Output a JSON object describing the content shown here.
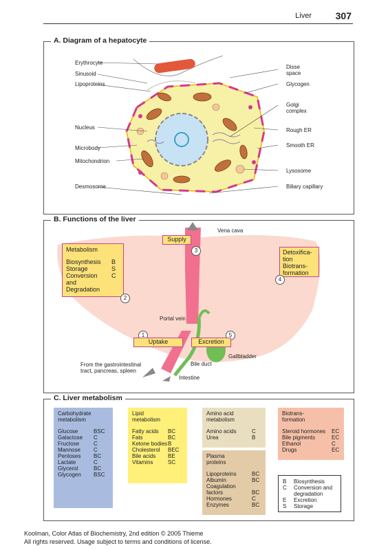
{
  "header": {
    "title": "Liver",
    "page": "307"
  },
  "panelA": {
    "title": "A. Diagram of a hepatocyte",
    "left_labels": [
      "Erythrocyte",
      "Sinusoid",
      "Lipoproteins",
      "Nucleus",
      "Microbody",
      "Mitochondrion",
      "Desmosome"
    ],
    "right_labels": [
      "Disse space",
      "Glycogen",
      "Golgi complex",
      "Rough ER",
      "Smooth ER",
      "Lysosome",
      "Biliary capillary"
    ]
  },
  "panelB": {
    "title": "B. Functions of the liver",
    "vena_cava": "Vena cava",
    "supply": "Supply",
    "supply_num": "3",
    "metabolism": {
      "title": "Metabolism",
      "rows": [
        [
          "Biosynthesis",
          "B"
        ],
        [
          "Storage",
          "S"
        ],
        [
          "Conversion",
          "C"
        ]
      ],
      "extra": [
        "and",
        "Degradation"
      ],
      "num": "2"
    },
    "detox": {
      "lines": [
        "Detoxifica-",
        "tion",
        "Biotrans-",
        "formation"
      ],
      "num": "4"
    },
    "portal_vein": "Portal vein",
    "uptake": "Uptake",
    "uptake_num": "1",
    "excretion": "Excretion",
    "excretion_num": "5",
    "gallbladder": "Gallbladder",
    "bile_duct": "Bile duct",
    "intestine": "Intestine",
    "source": [
      "From the gastrointestinal",
      "tract, pancreas, spleen"
    ]
  },
  "panelC": {
    "title": "C. Liver metabolism",
    "carb": {
      "title": [
        "Carbohydrate",
        "metabolism"
      ],
      "rows": [
        [
          "Glucose",
          "BSC"
        ],
        [
          "Galactose",
          "C"
        ],
        [
          "Fructose",
          "C"
        ],
        [
          "Mannose",
          "C"
        ],
        [
          "Pentoses",
          "BC"
        ],
        [
          "Lactate",
          "C"
        ],
        [
          "Glycerol",
          "BC"
        ],
        [
          "Glycogen",
          "BSC"
        ]
      ]
    },
    "lipid": {
      "title": [
        "Lipid",
        "metabolism"
      ],
      "rows": [
        [
          "Fatty acids",
          "BC"
        ],
        [
          "Fats",
          "BC"
        ],
        [
          "Ketone bodies",
          "B"
        ],
        [
          "Cholesterol",
          "BEC"
        ],
        [
          "Bile acids",
          "BE"
        ],
        [
          "Vitamins",
          "SC"
        ]
      ]
    },
    "amino": {
      "title": [
        "Amino acid",
        "metabolism"
      ],
      "rows": [
        [
          "Amino acids",
          "C"
        ],
        [
          "Urea",
          "B"
        ]
      ]
    },
    "plasma": {
      "title": [
        "Plasma",
        "proteins"
      ],
      "rows": [
        [
          "Lipoproteins",
          "BC"
        ],
        [
          "Albumin",
          "BC"
        ],
        [
          "Coagulation",
          ""
        ],
        [
          "factors",
          "BC"
        ],
        [
          "Hormones",
          "C"
        ],
        [
          "Enzymes",
          "BC"
        ]
      ]
    },
    "biotrans": {
      "title": [
        "Biotrans-",
        "formation"
      ],
      "rows": [
        [
          "Steroid hormones",
          "EC"
        ],
        [
          "Bile pigments",
          "EC"
        ],
        [
          "Ethanol",
          "C"
        ],
        [
          "Drugs",
          "EC"
        ]
      ]
    },
    "legend": [
      [
        "B",
        "Biosynthesis"
      ],
      [
        "C",
        "Conversion and"
      ],
      [
        "",
        "degradation"
      ],
      [
        "E",
        "Excretion"
      ],
      [
        "S",
        "Storage"
      ]
    ]
  },
  "footer": [
    "Koolman, Color Atlas of Biochemistry, 2nd edition © 2005 Thieme",
    "All rights reserved. Usage subject to terms and conditions of license."
  ],
  "colors": {
    "carb": "#a9bce0",
    "lipid": "#fff07a",
    "amino": "#e9dfc0",
    "plasma": "#e3cba8",
    "biotrans": "#f6c0a8",
    "liver": "#fbd9cf",
    "box_border": "#c9418a",
    "box_fill": "#fde27a"
  }
}
